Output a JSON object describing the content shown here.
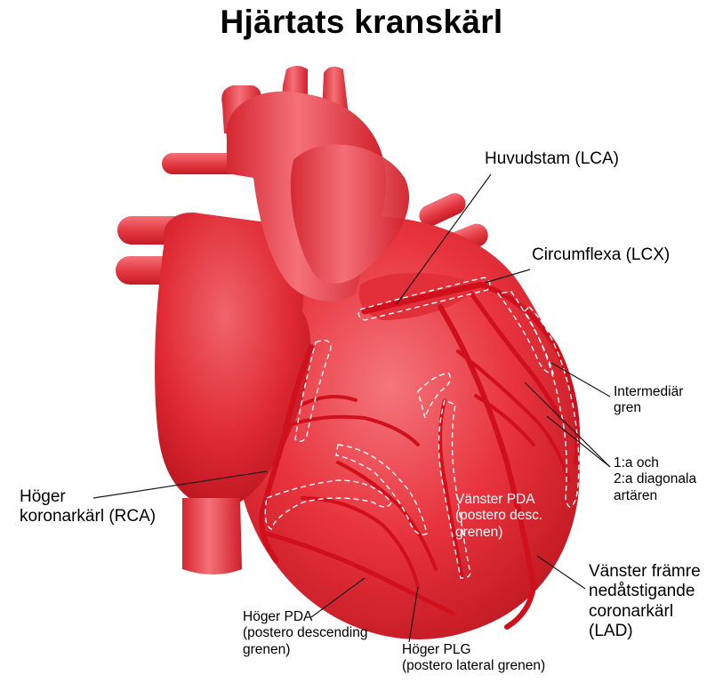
{
  "title": "Hjärtats kranskärl",
  "colors": {
    "heart_main": "#e8333d",
    "heart_dark": "#c81a24",
    "heart_light": "#f27a80",
    "vessel": "#d0101c",
    "dashed_outline": "#ffffff",
    "leader": "#1a1a1a"
  },
  "labels": {
    "lca": "Huvudstam (LCA)",
    "lcx": "Circumflexa (LCX)",
    "intermediate": "Intermediär\ngren",
    "diagonal": "1:a och\n2:a diagonala\nartären",
    "rca": "Höger\nkoronarkärl (RCA)",
    "left_pda": "Vänster PDA\n(postero desc.\ngrenen)",
    "lad": "Vänster främre\nnedåtstigande\ncoronarkärl\n(LAD)",
    "right_pda": "Höger PDA\n(postero descending\ngrenen)",
    "right_plg": "Höger PLG\n(postero lateral grenen)"
  }
}
